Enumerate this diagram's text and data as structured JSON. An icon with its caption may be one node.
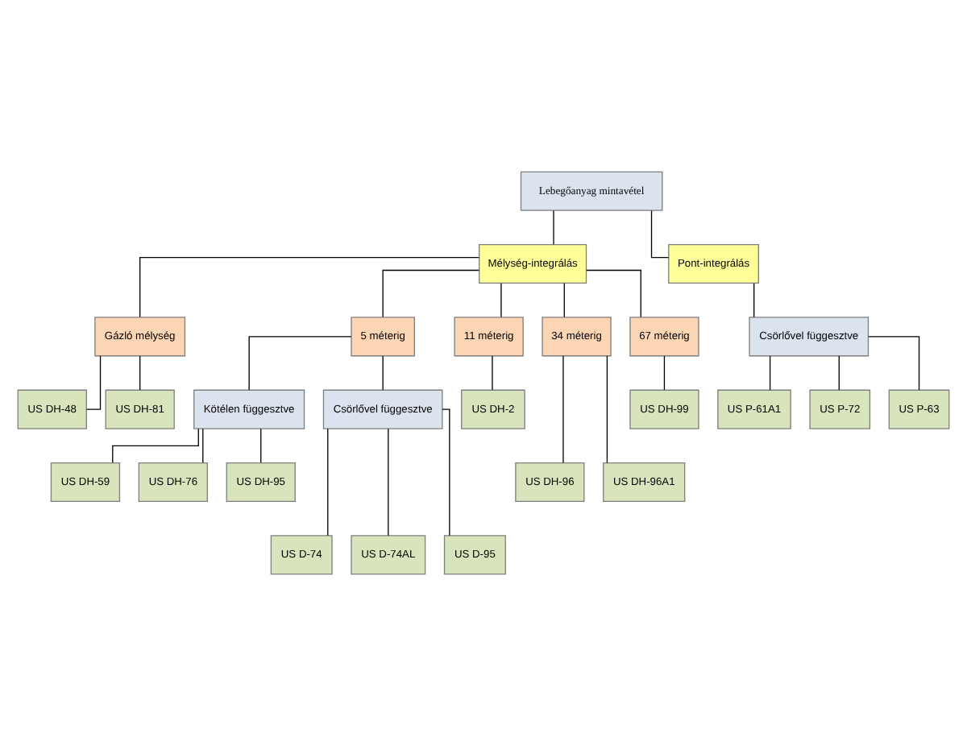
{
  "diagram": {
    "nodes": [
      {
        "text": [
          "Lebegőanyag mintavétel"
        ]
      },
      {
        "text": [
          "Mélység-integrálás"
        ]
      },
      {
        "text": [
          "Pont-integrálás"
        ]
      },
      {
        "text": [
          "Gázló mélység"
        ]
      },
      {
        "text": [
          "5 méterig"
        ]
      },
      {
        "text": [
          "11 méterig"
        ]
      },
      {
        "text": [
          "34 méterig"
        ]
      },
      {
        "text": [
          "67 méterig"
        ]
      },
      {
        "text": [
          "US DH-48"
        ]
      },
      {
        "text": [
          "US DH-81"
        ]
      },
      {
        "text": [
          "US DH-2"
        ]
      },
      {
        "text": [
          "US DH-96"
        ]
      },
      {
        "text": [
          "US DH-96A1"
        ]
      },
      {
        "text": [
          "US DH-99"
        ]
      },
      {
        "text": [
          "Kötélen függesztve"
        ]
      },
      {
        "text": [
          "Csörlővel függesztve"
        ]
      },
      {
        "text": [
          "Csörlővel függesztve"
        ]
      },
      {
        "text": [
          "US DH-59"
        ]
      },
      {
        "text": [
          "US DH-76"
        ]
      },
      {
        "text": [
          "US DH-95"
        ]
      },
      {
        "text": [
          "US D-74"
        ]
      },
      {
        "text": [
          "US D-74AL"
        ]
      },
      {
        "text": [
          "US D-95"
        ]
      },
      {
        "text": [
          "US P-61A1"
        ]
      },
      {
        "text": [
          "US P-72"
        ]
      },
      {
        "text": [
          "US P-63"
        ]
      }
    ],
    "edges": [
      {
        "from": 0,
        "to": 1,
        "arrow": "none"
      },
      {
        "from": 0,
        "to": 2,
        "arrow": "none"
      },
      {
        "from": 1,
        "to": 3,
        "arrow": "none"
      },
      {
        "from": 1,
        "to": 4,
        "arrow": "none"
      },
      {
        "from": 1,
        "to": 5,
        "arrow": "none"
      },
      {
        "from": 1,
        "to": 6,
        "arrow": "none"
      },
      {
        "from": 1,
        "to": 7,
        "arrow": "none"
      },
      {
        "from": 3,
        "to": 8,
        "arrow": "none"
      },
      {
        "from": 3,
        "to": 9,
        "arrow": "none"
      },
      {
        "from": 5,
        "to": 10,
        "arrow": "none"
      },
      {
        "from": 6,
        "to": 11,
        "arrow": "none"
      },
      {
        "from": 6,
        "to": 12,
        "arrow": "none"
      },
      {
        "from": 7,
        "to": 13,
        "arrow": "none"
      },
      {
        "from": 4,
        "to": 14,
        "arrow": "none"
      },
      {
        "from": 4,
        "to": 15,
        "arrow": "none"
      },
      {
        "from": 2,
        "to": 16,
        "arrow": "none"
      },
      {
        "from": 14,
        "to": 17,
        "arrow": "none"
      },
      {
        "from": 14,
        "to": 18,
        "arrow": "none"
      },
      {
        "from": 14,
        "to": 19,
        "arrow": "none"
      },
      {
        "from": 15,
        "to": 20,
        "arrow": "none"
      },
      {
        "from": 15,
        "to": 21,
        "arrow": "none"
      },
      {
        "from": 15,
        "to": 22,
        "arrow": "none"
      },
      {
        "from": 16,
        "to": 23,
        "arrow": "none"
      },
      {
        "from": 16,
        "to": 24,
        "arrow": "none"
      },
      {
        "from": 16,
        "to": 25,
        "arrow": "none"
      }
    ]
  }
}
